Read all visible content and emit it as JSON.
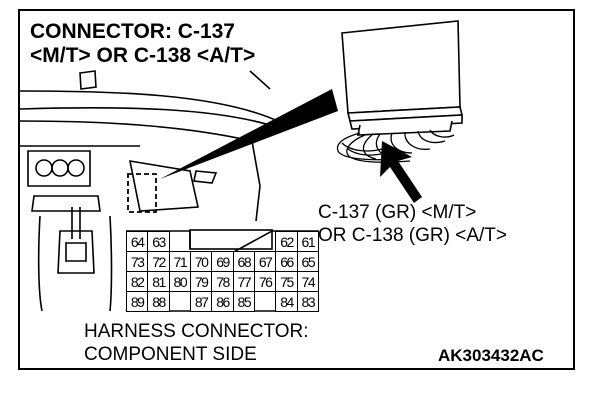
{
  "heading": {
    "line1": "CONNECTOR: C-137",
    "line2": "<M/T> OR C-138 <A/T>"
  },
  "callout": {
    "line1": "C-137 (GR) <M/T>",
    "line2": "OR C-138 (GR) <A/T>"
  },
  "caption": {
    "line1": "HARNESS CONNECTOR:",
    "line2": "COMPONENT SIDE"
  },
  "figure_code": "AK303432AC",
  "connector": {
    "rows": [
      [
        "64",
        "63",
        "",
        "",
        "",
        "",
        "",
        "62",
        "61"
      ],
      [
        "73",
        "72",
        "71",
        "70",
        "69",
        "68",
        "67",
        "66",
        "65"
      ],
      [
        "82",
        "81",
        "80",
        "79",
        "78",
        "77",
        "76",
        "75",
        "74"
      ],
      [
        "89",
        "88",
        "",
        "87",
        "86",
        "85",
        "",
        "84",
        "83"
      ]
    ]
  }
}
